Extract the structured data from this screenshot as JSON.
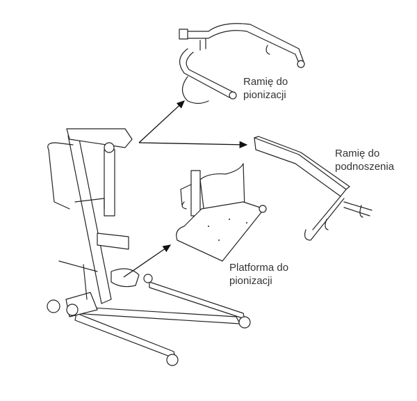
{
  "labels": {
    "standing_arm": [
      "Ramię do",
      "pionizacji"
    ],
    "lifting_arm": [
      "Ramię do",
      "podnoszenia"
    ],
    "standing_platform": [
      "Platforma do",
      "pionizacji"
    ]
  },
  "colors": {
    "line": "#222222",
    "text": "#333333",
    "background": "#ffffff"
  }
}
